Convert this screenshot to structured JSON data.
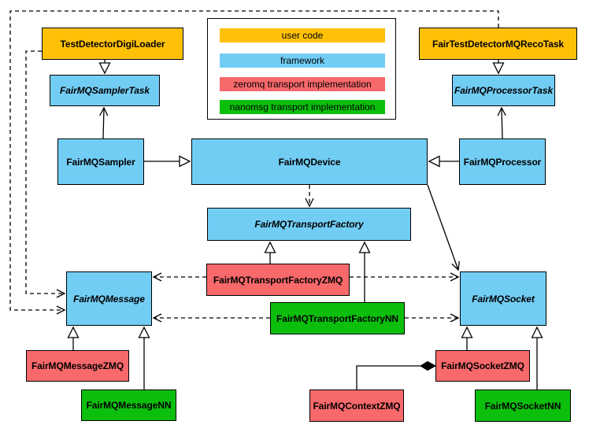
{
  "diagram": {
    "kind": "uml-class-diagram",
    "subject": "FairMQ framework transport classes"
  },
  "colors": {
    "user_code": "#FFC107",
    "framework": "#72CDF4",
    "zeromq": "#F8696B",
    "nanomsg": "#0DBF0D",
    "line": "#000000",
    "background": "#FFFFFF"
  },
  "legend": {
    "items": [
      {
        "label": "user code",
        "color": "#FFC107"
      },
      {
        "label": "framework",
        "color": "#72CDF4"
      },
      {
        "label": "zeromq transport implementation",
        "color": "#F8696B"
      },
      {
        "label": "nanomsg transport implementation",
        "color": "#0DBF0D"
      }
    ]
  },
  "nodes": {
    "test_detector_digi_loader": {
      "label": "TestDetectorDigiLoader",
      "category": "user code",
      "abstract": false
    },
    "fair_test_detector_mq_reco_task": {
      "label": "FairTestDetectorMQRecoTask",
      "category": "user code",
      "abstract": false
    },
    "fairmq_sampler_task": {
      "label": "FairMQSamplerTask",
      "category": "framework",
      "abstract": true
    },
    "fairmq_processor_task": {
      "label": "FairMQProcessorTask",
      "category": "framework",
      "abstract": true
    },
    "fairmq_sampler": {
      "label": "FairMQSampler",
      "category": "framework",
      "abstract": false
    },
    "fairmq_device": {
      "label": "FairMQDevice",
      "category": "framework",
      "abstract": false
    },
    "fairmq_processor": {
      "label": "FairMQProcessor",
      "category": "framework",
      "abstract": false
    },
    "fairmq_transport_factory": {
      "label": "FairMQTransportFactory",
      "category": "framework",
      "abstract": true
    },
    "fairmq_message": {
      "label": "FairMQMessage",
      "category": "framework",
      "abstract": true
    },
    "fairmq_socket": {
      "label": "FairMQSocket",
      "category": "framework",
      "abstract": true
    },
    "fairmq_transport_factory_zmq": {
      "label": "FairMQTransportFactoryZMQ",
      "category": "zeromq transport implementation",
      "abstract": false
    },
    "fairmq_transport_factory_nn": {
      "label": "FairMQTransportFactoryNN",
      "category": "nanomsg transport implementation",
      "abstract": false
    },
    "fairmq_message_zmq": {
      "label": "FairMQMessageZMQ",
      "category": "zeromq transport implementation",
      "abstract": false
    },
    "fairmq_message_nn": {
      "label": "FairMQMessageNN",
      "category": "nanomsg transport implementation",
      "abstract": false
    },
    "fairmq_context_zmq": {
      "label": "FairMQContextZMQ",
      "category": "zeromq transport implementation",
      "abstract": false
    },
    "fairmq_socket_zmq": {
      "label": "FairMQSocketZMQ",
      "category": "zeromq transport implementation",
      "abstract": false
    },
    "fairmq_socket_nn": {
      "label": "FairMQSocketNN",
      "category": "nanomsg transport implementation",
      "abstract": false
    }
  },
  "edges": [
    {
      "from": "test_detector_digi_loader",
      "to": "fairmq_sampler_task",
      "type": "generalization"
    },
    {
      "from": "fair_test_detector_mq_reco_task",
      "to": "fairmq_processor_task",
      "type": "generalization"
    },
    {
      "from": "fairmq_sampler",
      "to": "fairmq_sampler_task",
      "type": "association"
    },
    {
      "from": "fairmq_processor",
      "to": "fairmq_processor_task",
      "type": "association"
    },
    {
      "from": "fairmq_sampler",
      "to": "fairmq_device",
      "type": "generalization"
    },
    {
      "from": "fairmq_processor",
      "to": "fairmq_device",
      "type": "generalization"
    },
    {
      "from": "fairmq_device",
      "to": "fairmq_transport_factory",
      "type": "dependency"
    },
    {
      "from": "fairmq_device",
      "to": "fairmq_socket",
      "type": "association"
    },
    {
      "from": "fairmq_transport_factory_zmq",
      "to": "fairmq_transport_factory",
      "type": "generalization"
    },
    {
      "from": "fairmq_transport_factory_nn",
      "to": "fairmq_transport_factory",
      "type": "generalization"
    },
    {
      "from": "fairmq_transport_factory_zmq",
      "to": "fairmq_message",
      "type": "dependency"
    },
    {
      "from": "fairmq_transport_factory_zmq",
      "to": "fairmq_socket",
      "type": "dependency"
    },
    {
      "from": "fairmq_transport_factory_nn",
      "to": "fairmq_message",
      "type": "dependency"
    },
    {
      "from": "fairmq_transport_factory_nn",
      "to": "fairmq_socket",
      "type": "dependency"
    },
    {
      "from": "test_detector_digi_loader",
      "to": "fairmq_message",
      "type": "dependency"
    },
    {
      "from": "fair_test_detector_mq_reco_task",
      "to": "fairmq_message",
      "type": "dependency"
    },
    {
      "from": "fairmq_message_zmq",
      "to": "fairmq_message",
      "type": "generalization"
    },
    {
      "from": "fairmq_message_nn",
      "to": "fairmq_message",
      "type": "generalization"
    },
    {
      "from": "fairmq_socket_zmq",
      "to": "fairmq_socket",
      "type": "generalization"
    },
    {
      "from": "fairmq_socket_nn",
      "to": "fairmq_socket",
      "type": "generalization"
    },
    {
      "from": "fairmq_context_zmq",
      "to": "fairmq_socket_zmq",
      "type": "composition"
    }
  ]
}
